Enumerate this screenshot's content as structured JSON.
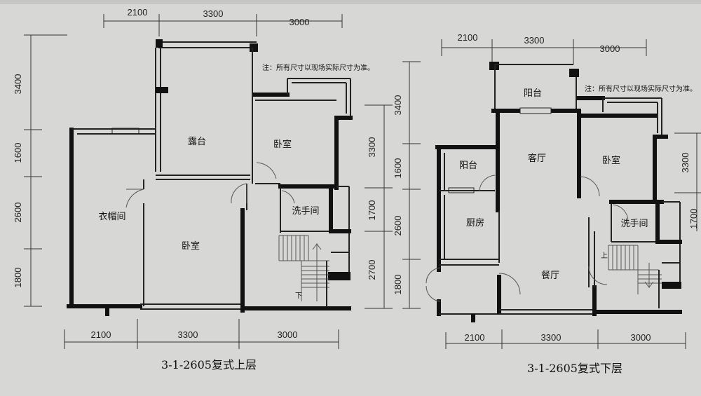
{
  "plans": [
    {
      "caption": "3-1-2605复式上层",
      "note": "注：所有尺寸以现场实际尺寸为准。",
      "dims_top": [
        "2100",
        "3300",
        "3000"
      ],
      "dims_bottom": [
        "2100",
        "3300",
        "3000"
      ],
      "dims_left": [
        "3400",
        "1600",
        "2600",
        "1800"
      ],
      "dims_right": [
        "3300",
        "1700",
        "2700"
      ],
      "rooms": {
        "terrace": "露台",
        "bedroom_ne": "卧室",
        "cloakroom": "衣帽间",
        "bedroom_main": "卧室",
        "bathroom": "洗手间",
        "stair_down": "下"
      }
    },
    {
      "caption": "3-1-2605复式下层",
      "note": "注：所有尺寸以现场实际尺寸为准。",
      "dims_top": [
        "2100",
        "3300",
        "3000"
      ],
      "dims_bottom": [
        "2100",
        "3300",
        "3000"
      ],
      "dims_left": [
        "3400",
        "1600",
        "2600",
        "1800"
      ],
      "dims_right": [
        "3300",
        "1700"
      ],
      "rooms": {
        "balcony_n": "阳台",
        "living": "客厅",
        "bedroom": "卧室",
        "balcony_w": "阳台",
        "kitchen": "厨房",
        "bathroom": "洗手间",
        "dining": "餐厅",
        "stair_up": "上"
      }
    }
  ]
}
